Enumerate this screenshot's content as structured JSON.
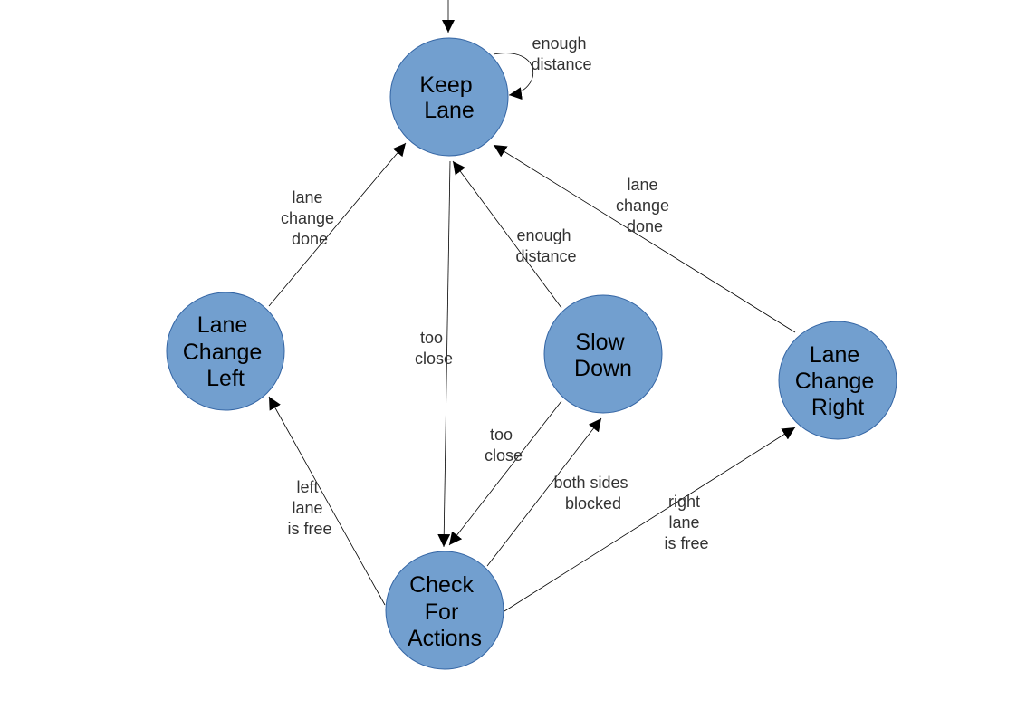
{
  "diagram": {
    "states": {
      "keep_lane": [
        "Keep",
        "Lane"
      ],
      "lane_change_left": [
        "Lane",
        "Change",
        "Left"
      ],
      "slow_down": [
        "Slow",
        "Down"
      ],
      "lane_change_right": [
        "Lane",
        "Change",
        "Right"
      ],
      "check_for_actions": [
        "Check",
        "For",
        "Actions"
      ]
    },
    "transitions": {
      "keep_self": [
        "enough",
        "distance"
      ],
      "left_to_keep": [
        "lane",
        "change",
        "done"
      ],
      "keep_to_check": [
        "too",
        "close"
      ],
      "slow_to_keep": [
        "enough",
        "distance"
      ],
      "right_to_keep": [
        "lane",
        "change",
        "done"
      ],
      "slow_to_check": [
        "too",
        "close"
      ],
      "check_to_slow": [
        "both sides",
        "blocked"
      ],
      "check_to_left": [
        "left",
        "lane",
        "is free"
      ],
      "check_to_right": [
        "right",
        "lane",
        "is free"
      ]
    }
  }
}
